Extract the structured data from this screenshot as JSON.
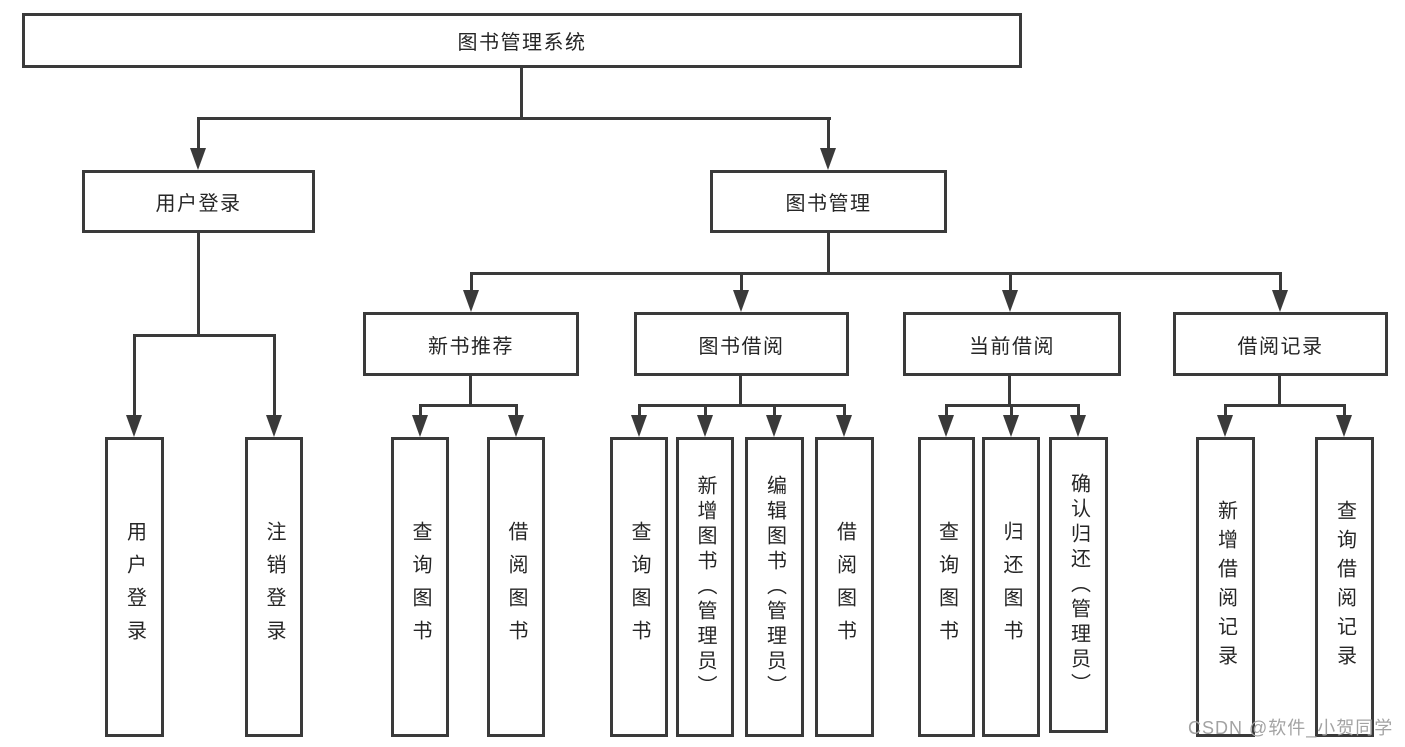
{
  "diagram": {
    "root": {
      "label": "图书管理系统"
    },
    "level2": [
      {
        "label": "用户登录"
      },
      {
        "label": "图书管理"
      }
    ],
    "level3": [
      {
        "label": "新书推荐"
      },
      {
        "label": "图书借阅"
      },
      {
        "label": "当前借阅"
      },
      {
        "label": "借阅记录"
      }
    ],
    "leaves": [
      {
        "label": "用户登录"
      },
      {
        "label": "注销登录"
      },
      {
        "label": "查询图书"
      },
      {
        "label": "借阅图书"
      },
      {
        "label": "查询图书"
      },
      {
        "label": "新增图书（管理员）"
      },
      {
        "label": "编辑图书（管理员）"
      },
      {
        "label": "借阅图书"
      },
      {
        "label": "查询图书"
      },
      {
        "label": "归还图书"
      },
      {
        "label": "确认归还（管理员）"
      },
      {
        "label": "新增借阅记录"
      },
      {
        "label": "查询借阅记录"
      }
    ],
    "colors": {
      "line": "#3a3a3a",
      "text": "#262626",
      "box_background": "#ffffff"
    }
  },
  "watermark": {
    "text": "CSDN @软件_小贺同学",
    "color": "#a3a3a3"
  }
}
